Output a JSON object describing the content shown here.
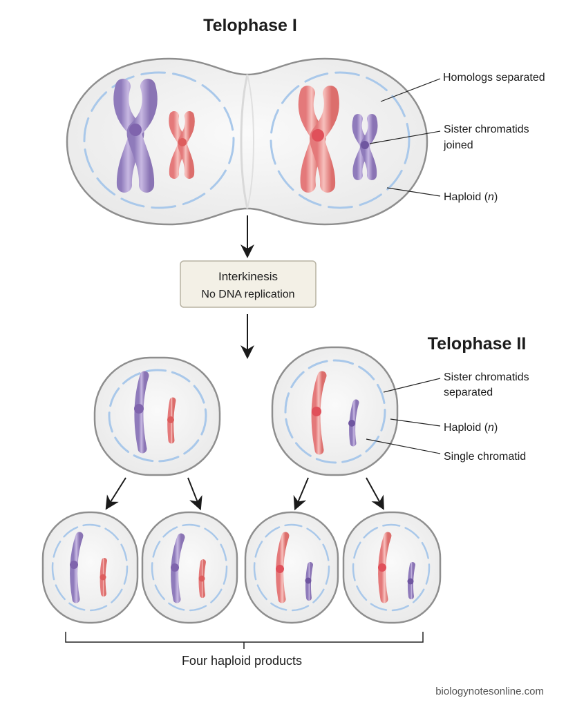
{
  "telophase1": {
    "title": "Telophase I",
    "labels": {
      "homologs": "Homologs separated",
      "sister_joined_1": "Sister chromatids",
      "sister_joined_2": "joined",
      "haploid_prefix": "Haploid (",
      "haploid_n": "n",
      "haploid_suffix": ")"
    }
  },
  "interkinesis": {
    "title": "Interkinesis",
    "subtitle": "No DNA replication"
  },
  "telophase2": {
    "title": "Telophase II",
    "labels": {
      "sister_sep_1": "Sister chromatids",
      "sister_sep_2": "separated",
      "haploid_prefix": "Haploid (",
      "haploid_n": "n",
      "haploid_suffix": ")",
      "single": "Single chromatid"
    }
  },
  "products": {
    "label": "Four haploid products"
  },
  "watermark": "biologynotesonline.com",
  "colors": {
    "purple": "#a794c8",
    "purple_dark": "#8a74b4",
    "red": "#ef9a98",
    "red_dark": "#e07472",
    "cell_fill": "#f1f1f1",
    "cell_stroke": "#8e8e8e",
    "membrane_blue": "#a9c8ea",
    "box_fill": "#f3f0e6"
  }
}
